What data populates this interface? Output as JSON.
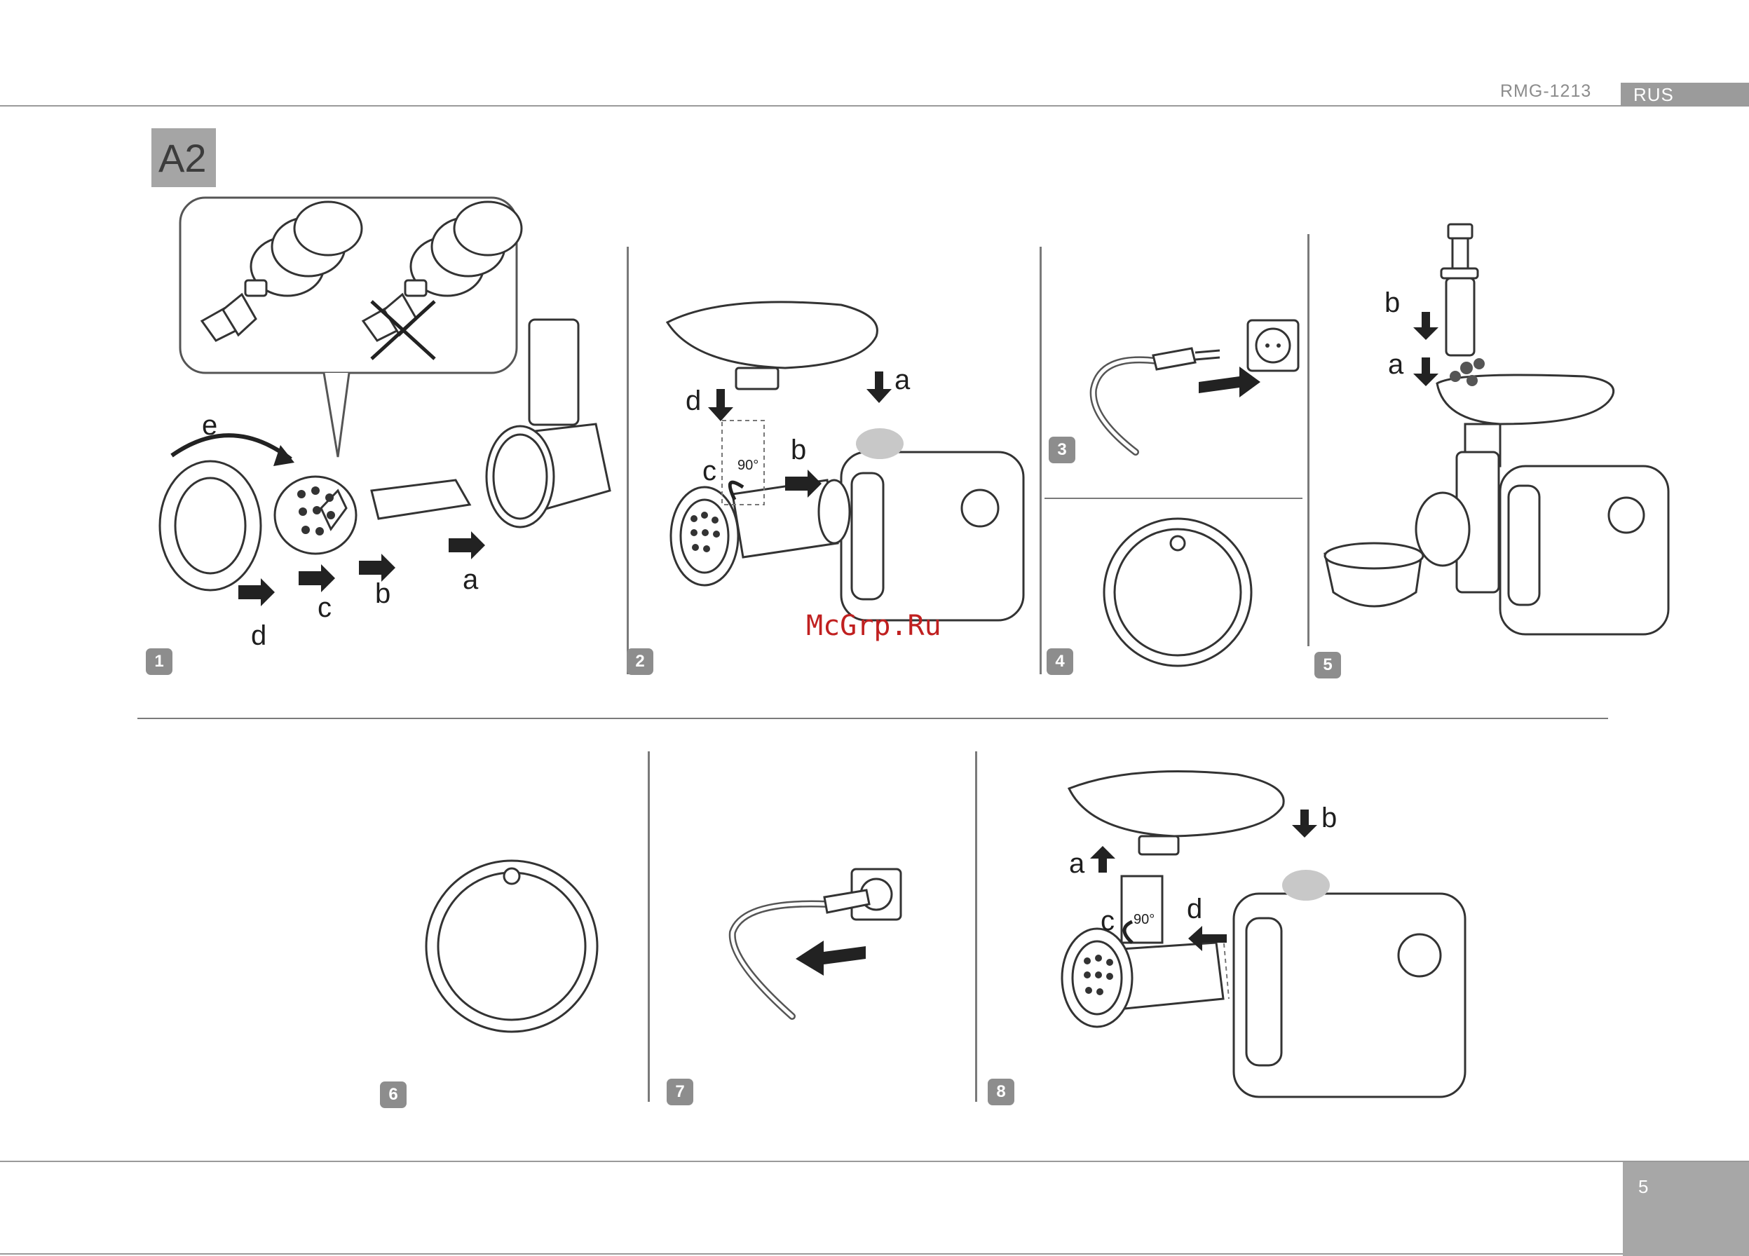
{
  "header": {
    "model": "RMG-1213",
    "language": "RUS"
  },
  "section": {
    "tag": "A2"
  },
  "steps": [
    {
      "number": "1",
      "labels": [
        "e",
        "d",
        "c",
        "b",
        "a"
      ]
    },
    {
      "number": "2",
      "labels": [
        "d",
        "a",
        "c",
        "b"
      ],
      "angle": "90°"
    },
    {
      "number": "3"
    },
    {
      "number": "4"
    },
    {
      "number": "5",
      "labels": [
        "b",
        "a"
      ]
    },
    {
      "number": "6"
    },
    {
      "number": "7"
    },
    {
      "number": "8",
      "labels": [
        "b",
        "a",
        "c",
        "d"
      ],
      "angle": "90°"
    }
  ],
  "watermark": "McGrp.Ru",
  "footer": {
    "page_number": "5"
  },
  "colors": {
    "rule": "#9a9a9a",
    "badge": "#8d8d8d",
    "tag_bg": "#a5a5a5",
    "watermark": "#c02020"
  }
}
